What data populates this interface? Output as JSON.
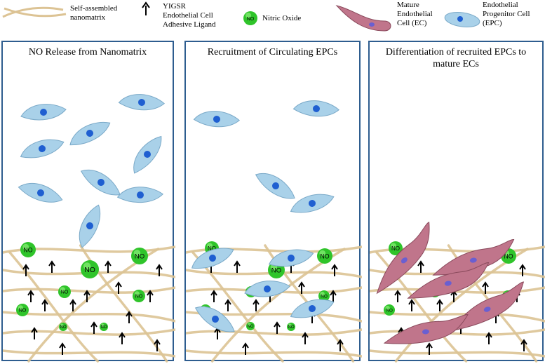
{
  "legend": {
    "nanomatrix": [
      "Self-assembled",
      "nanomatrix"
    ],
    "ligand": [
      "YIGSR",
      "Endothelial Cell",
      "Adhesive Ligand"
    ],
    "no_badge": "NO",
    "nitric_oxide": "Nitric Oxide",
    "mature_ec": [
      "Mature",
      "Endothelial",
      "Cell (EC)"
    ],
    "epc": [
      "Endothelial",
      "Progenitor Cell",
      "(EPC)"
    ]
  },
  "panels": [
    {
      "title": "NO Release from Nanomatrix"
    },
    {
      "title": "Recruitment of  Circulating EPCs"
    },
    {
      "title": "Differentiation of recruited EPCs to mature ECs"
    }
  ],
  "colors": {
    "panel_border": "#2e5d8f",
    "fiber": "#dcc394",
    "epc_body": "#a9d1e9",
    "epc_nucleus": "#1f5fd1",
    "no_green": "#2fc42a",
    "ec_body": "#c0758b"
  }
}
